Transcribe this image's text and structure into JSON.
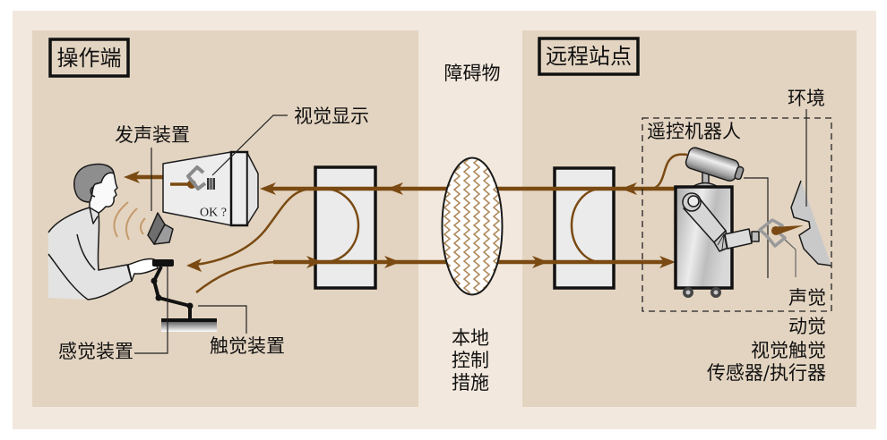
{
  "diagram": {
    "title_operator": "操作端",
    "title_remote": "远程站点",
    "obstacle": "障碍物",
    "local_control": [
      "本地",
      "控制",
      "措施"
    ],
    "operator_labels": {
      "sound_device": "发声装置",
      "visual_display": "视觉显示",
      "sensing_device": "感觉装置",
      "haptic_device": "触觉装置",
      "monitor_text": "OK ?"
    },
    "remote_labels": {
      "environment": "环境",
      "teleoperated_robot": "遥控机器人",
      "audition": "声觉",
      "kinesthesia": "动觉",
      "vision_touch": "视觉触觉",
      "sensors_actuators": "传感器/执行器"
    }
  },
  "colors": {
    "signal": "#7a4a12",
    "frame": "#f2e8dd",
    "panel": "#e3d4c1",
    "block": "#ebebeb",
    "pattern": "#b08a5c"
  }
}
